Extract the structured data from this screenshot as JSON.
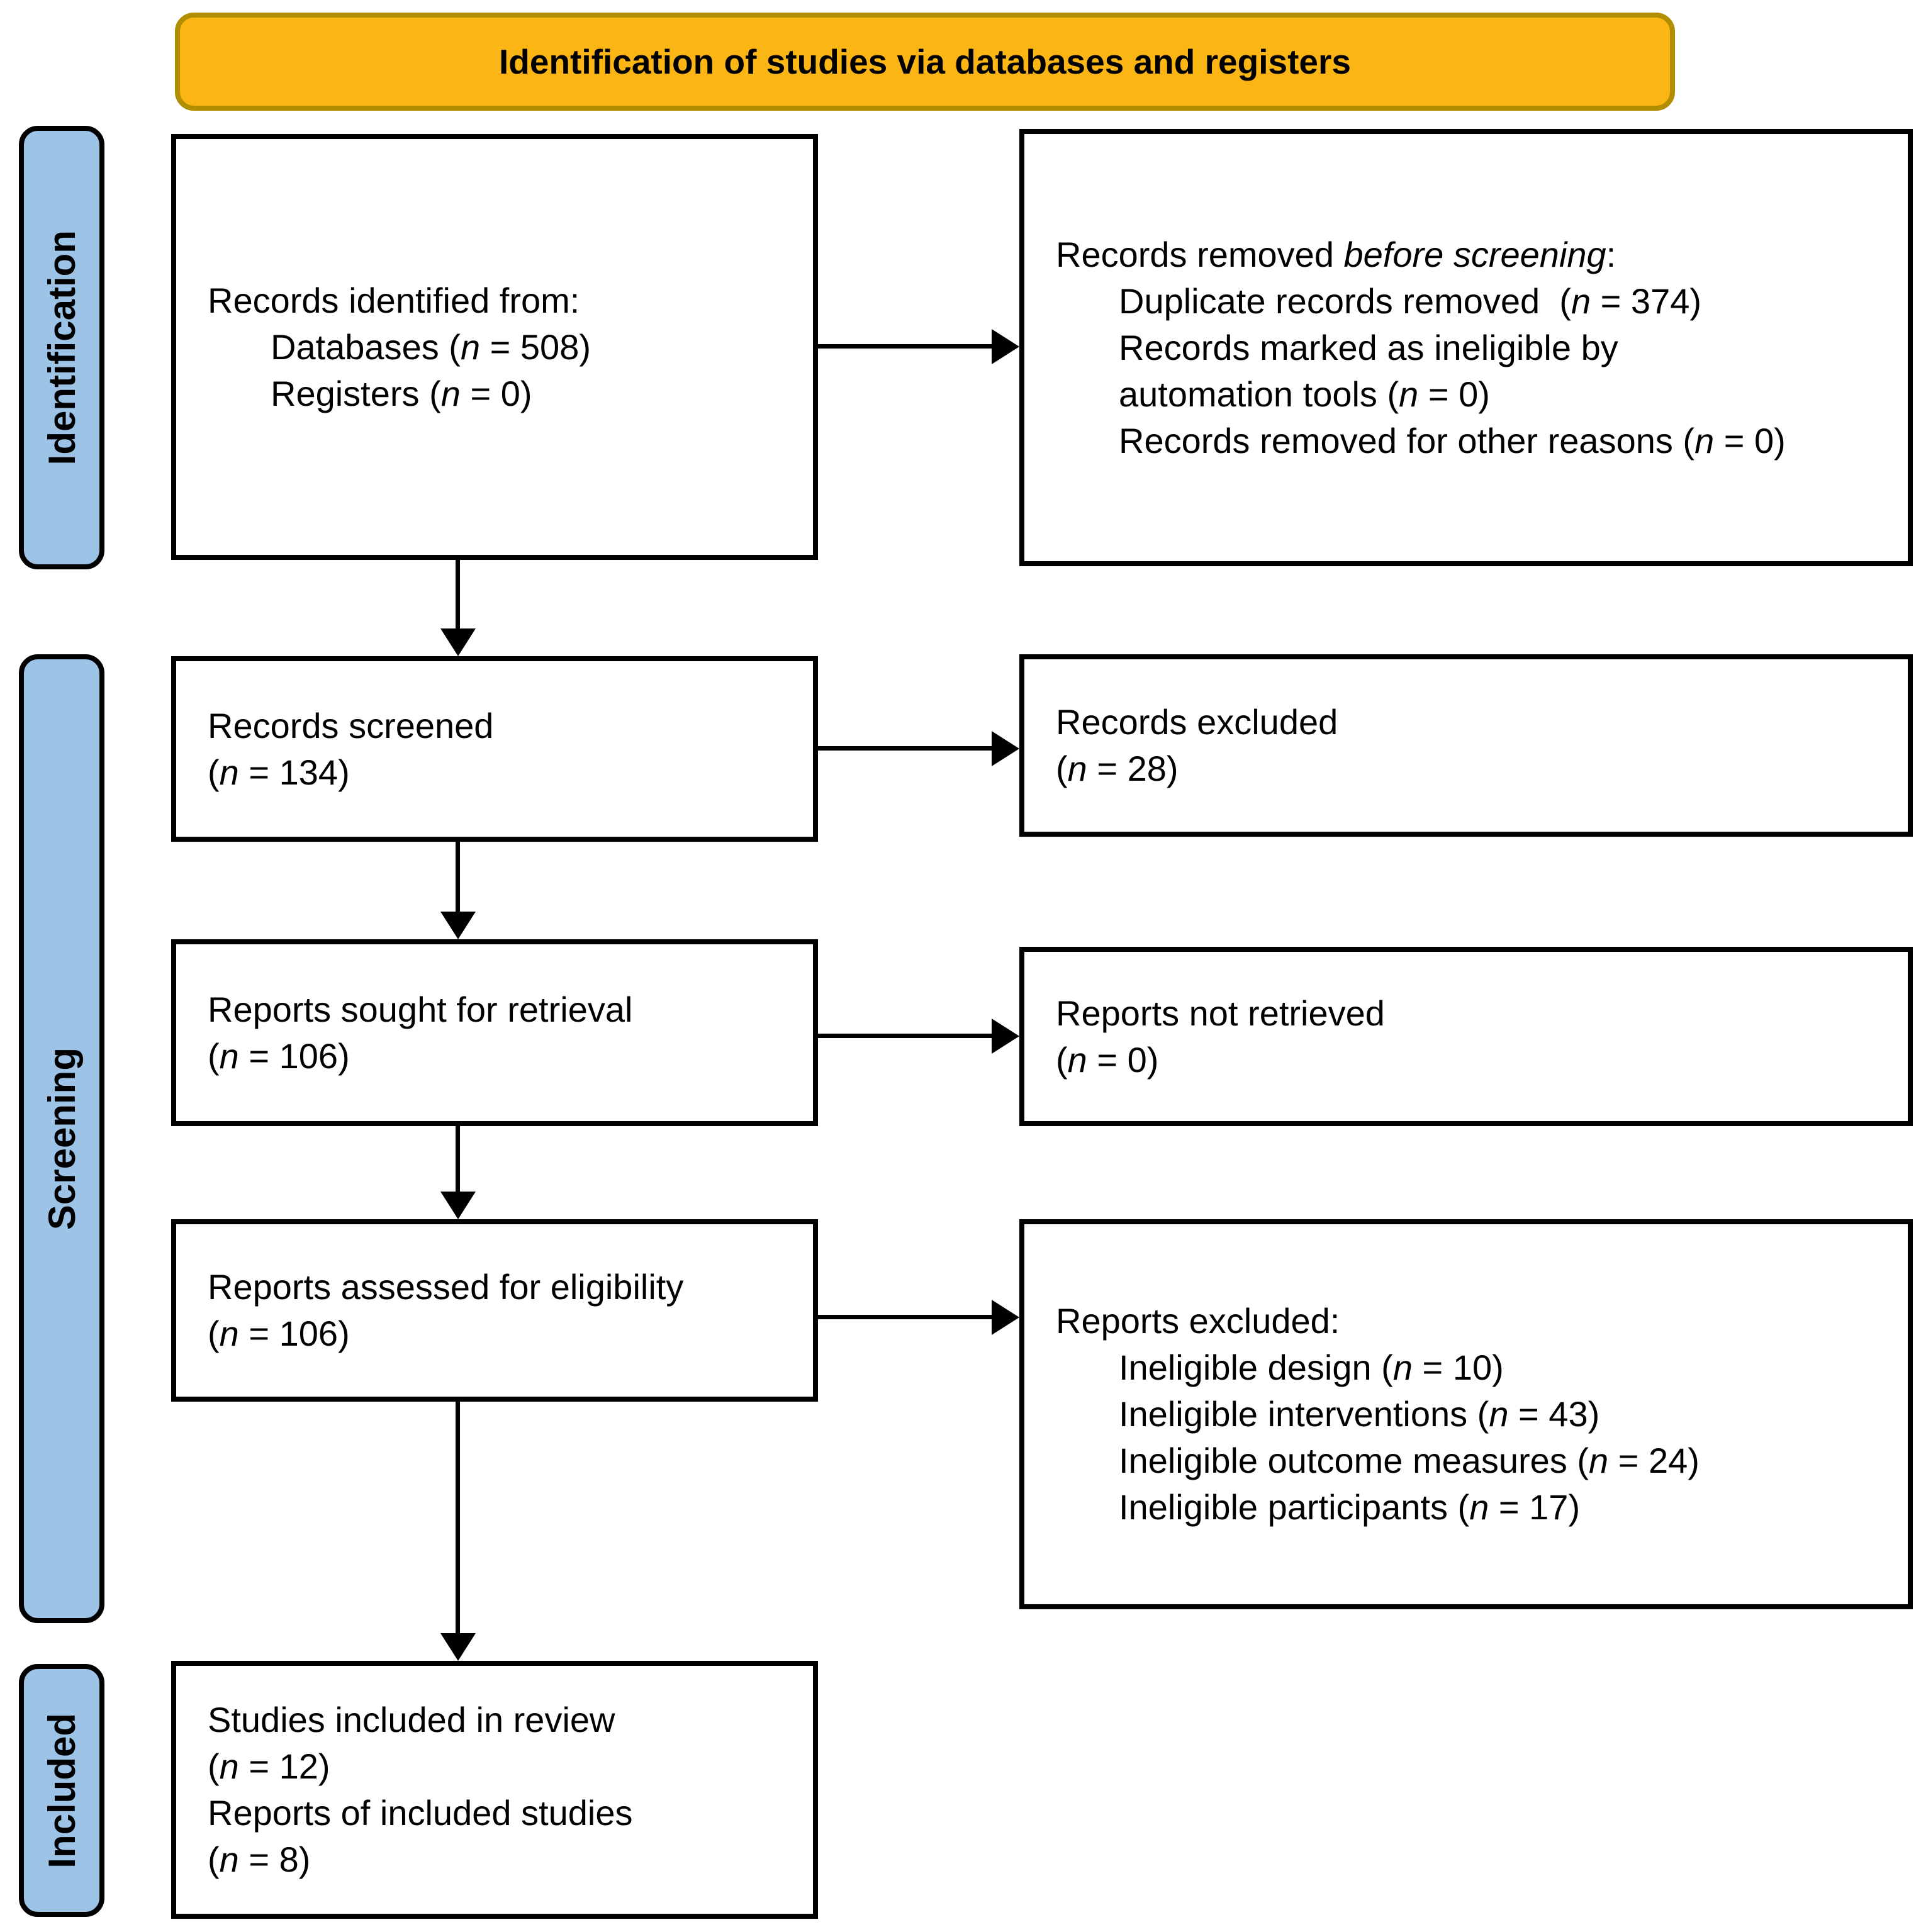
{
  "banner": {
    "label": "Identification of studies via databases and registers"
  },
  "colors": {
    "banner_fill": "#FBB615",
    "banner_border": "#B18E00",
    "sidebar_fill": "#9DC3E6",
    "box_border": "#000000"
  },
  "sidebar": [
    {
      "id": "identification",
      "label": "Identification"
    },
    {
      "id": "screening",
      "label": "Screening"
    },
    {
      "id": "included",
      "label": "Included"
    }
  ],
  "boxes": {
    "records_identified": {
      "lines": [
        {
          "segs": [
            {
              "t": "Records identified from:"
            }
          ]
        },
        {
          "indent": true,
          "segs": [
            {
              "t": "Databases ("
            },
            {
              "t": "n",
              "i": 1
            },
            {
              "t": " = 508)"
            }
          ]
        },
        {
          "indent": true,
          "segs": [
            {
              "t": "Registers ("
            },
            {
              "t": "n",
              "i": 1
            },
            {
              "t": " = 0)"
            }
          ]
        }
      ]
    },
    "records_removed": {
      "lines": [
        {
          "segs": [
            {
              "t": "Records removed "
            },
            {
              "t": "before screening",
              "i": 1
            },
            {
              "t": ":"
            }
          ]
        },
        {
          "indent": true,
          "segs": [
            {
              "t": "Duplicate records removed  ("
            },
            {
              "t": "n",
              "i": 1
            },
            {
              "t": " = 374)"
            }
          ]
        },
        {
          "indent": true,
          "segs": [
            {
              "t": "Records marked as ineligible by"
            }
          ]
        },
        {
          "indent": true,
          "segs": [
            {
              "t": "automation tools ("
            },
            {
              "t": "n",
              "i": 1
            },
            {
              "t": " = 0)"
            }
          ]
        },
        {
          "indent": true,
          "segs": [
            {
              "t": "Records removed for other reasons ("
            },
            {
              "t": "n",
              "i": 1
            },
            {
              "t": " = 0)"
            }
          ]
        }
      ]
    },
    "records_screened": {
      "lines": [
        {
          "segs": [
            {
              "t": "Records screened"
            }
          ]
        },
        {
          "segs": [
            {
              "t": "("
            },
            {
              "t": "n",
              "i": 1
            },
            {
              "t": " = 134)"
            }
          ]
        }
      ]
    },
    "records_excluded": {
      "lines": [
        {
          "segs": [
            {
              "t": "Records excluded"
            }
          ]
        },
        {
          "segs": [
            {
              "t": "("
            },
            {
              "t": "n",
              "i": 1
            },
            {
              "t": " = 28)"
            }
          ]
        }
      ]
    },
    "reports_sought": {
      "lines": [
        {
          "segs": [
            {
              "t": "Reports sought for retrieval"
            }
          ]
        },
        {
          "segs": [
            {
              "t": "("
            },
            {
              "t": "n",
              "i": 1
            },
            {
              "t": " = 106)"
            }
          ]
        }
      ]
    },
    "reports_not_retrieved": {
      "lines": [
        {
          "segs": [
            {
              "t": "Reports not retrieved"
            }
          ]
        },
        {
          "segs": [
            {
              "t": "("
            },
            {
              "t": "n",
              "i": 1
            },
            {
              "t": " = 0)"
            }
          ]
        }
      ]
    },
    "reports_assessed": {
      "lines": [
        {
          "segs": [
            {
              "t": "Reports assessed for eligibility"
            }
          ]
        },
        {
          "segs": [
            {
              "t": "("
            },
            {
              "t": "n",
              "i": 1
            },
            {
              "t": " = 106)"
            }
          ]
        }
      ]
    },
    "reports_excluded": {
      "lines": [
        {
          "segs": [
            {
              "t": "Reports excluded:"
            }
          ]
        },
        {
          "indent": true,
          "segs": [
            {
              "t": "Ineligible design ("
            },
            {
              "t": "n",
              "i": 1
            },
            {
              "t": " = 10)"
            }
          ]
        },
        {
          "indent": true,
          "segs": [
            {
              "t": "Ineligible interventions ("
            },
            {
              "t": "n",
              "i": 1
            },
            {
              "t": " = 43)"
            }
          ]
        },
        {
          "indent": true,
          "segs": [
            {
              "t": "Ineligible outcome measures ("
            },
            {
              "t": "n",
              "i": 1
            },
            {
              "t": " = 24)"
            }
          ]
        },
        {
          "indent": true,
          "segs": [
            {
              "t": "Ineligible participants ("
            },
            {
              "t": "n",
              "i": 1
            },
            {
              "t": " = 17)"
            }
          ]
        }
      ]
    },
    "studies_included": {
      "lines": [
        {
          "segs": [
            {
              "t": "Studies included in review"
            }
          ]
        },
        {
          "segs": [
            {
              "t": "("
            },
            {
              "t": "n",
              "i": 1
            },
            {
              "t": " = 12)"
            }
          ]
        },
        {
          "segs": [
            {
              "t": "Reports of included studies"
            }
          ]
        },
        {
          "segs": [
            {
              "t": "("
            },
            {
              "t": "n",
              "i": 1
            },
            {
              "t": " = 8)"
            }
          ]
        }
      ]
    }
  },
  "arrows": [
    {
      "from": "records_identified",
      "to": "records_removed",
      "direction": "right"
    },
    {
      "from": "records_identified",
      "to": "records_screened",
      "direction": "down"
    },
    {
      "from": "records_screened",
      "to": "records_excluded",
      "direction": "right"
    },
    {
      "from": "records_screened",
      "to": "reports_sought",
      "direction": "down"
    },
    {
      "from": "reports_sought",
      "to": "reports_not_retrieved",
      "direction": "right"
    },
    {
      "from": "reports_sought",
      "to": "reports_assessed",
      "direction": "down"
    },
    {
      "from": "reports_assessed",
      "to": "reports_excluded",
      "direction": "right"
    },
    {
      "from": "reports_assessed",
      "to": "studies_included",
      "direction": "down"
    }
  ]
}
